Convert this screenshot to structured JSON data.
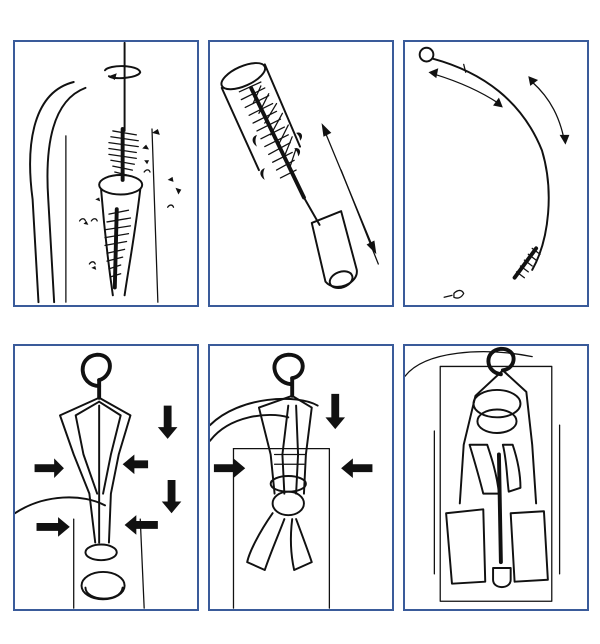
{
  "steps": [
    {
      "id": 1,
      "description_icon": "brush-scrubbing-tube-icon"
    },
    {
      "id": 2,
      "description_icon": "brush-cleaning-tube-icon"
    },
    {
      "id": 3,
      "description_icon": "brush-scrubbing-hose-icon"
    },
    {
      "id": 4,
      "description_icon": "hanger-inserting-icon"
    },
    {
      "id": 5,
      "description_icon": "hanger-expanding-icon"
    },
    {
      "id": 6,
      "description_icon": "hanger-drying-icon"
    }
  ],
  "colors": {
    "panel_border": "#3a5b9a",
    "ink": "#111111",
    "background": "#ffffff"
  }
}
